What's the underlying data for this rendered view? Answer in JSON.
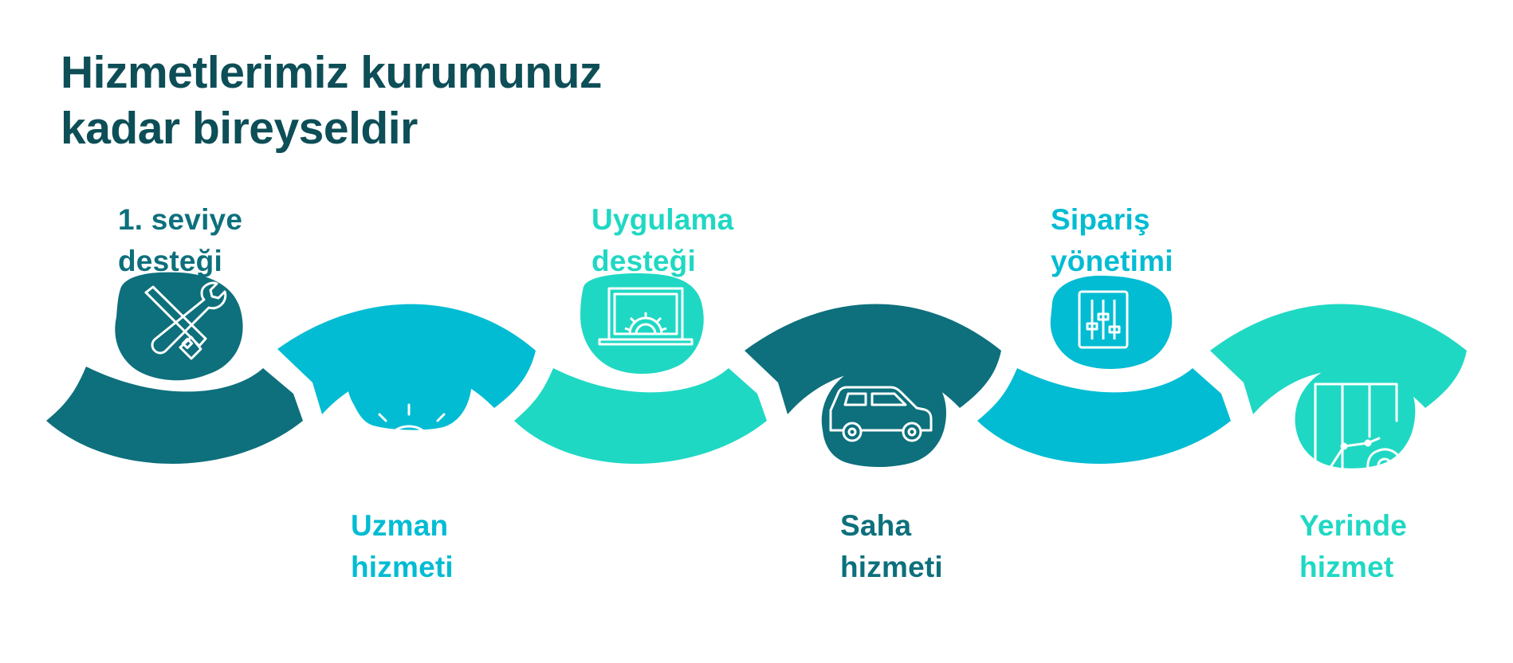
{
  "title": {
    "line1": "Hizmetlerimiz kurumunuz",
    "line2": "kadar bireyseldir"
  },
  "colors": {
    "title": "#0d4e57",
    "dark_teal": "#0d707c",
    "cyan": "#02bcd3",
    "turquoise": "#1fd8c3",
    "icon_stroke": "#ffffff"
  },
  "steps": [
    {
      "line1": "1. seviye",
      "line2": "desteği",
      "icon": "tools-icon",
      "color": "#0d707c"
    },
    {
      "line1": "Uzman",
      "line2": "hizmeti",
      "icon": "lightbulb-icon",
      "color": "#02bcd3"
    },
    {
      "line1": "Uygulama",
      "line2": "desteği",
      "icon": "laptop-gear-icon",
      "color": "#1fd8c3"
    },
    {
      "line1": "Saha",
      "line2": "hizmeti",
      "icon": "car-icon",
      "color": "#0d707c"
    },
    {
      "line1": "Sipariş",
      "line2": "yönetimi",
      "icon": "sliders-icon",
      "color": "#02bcd3"
    },
    {
      "line1": "Yerinde",
      "line2": "hizmet",
      "icon": "map-pin-icon",
      "color": "#1fd8c3"
    }
  ]
}
